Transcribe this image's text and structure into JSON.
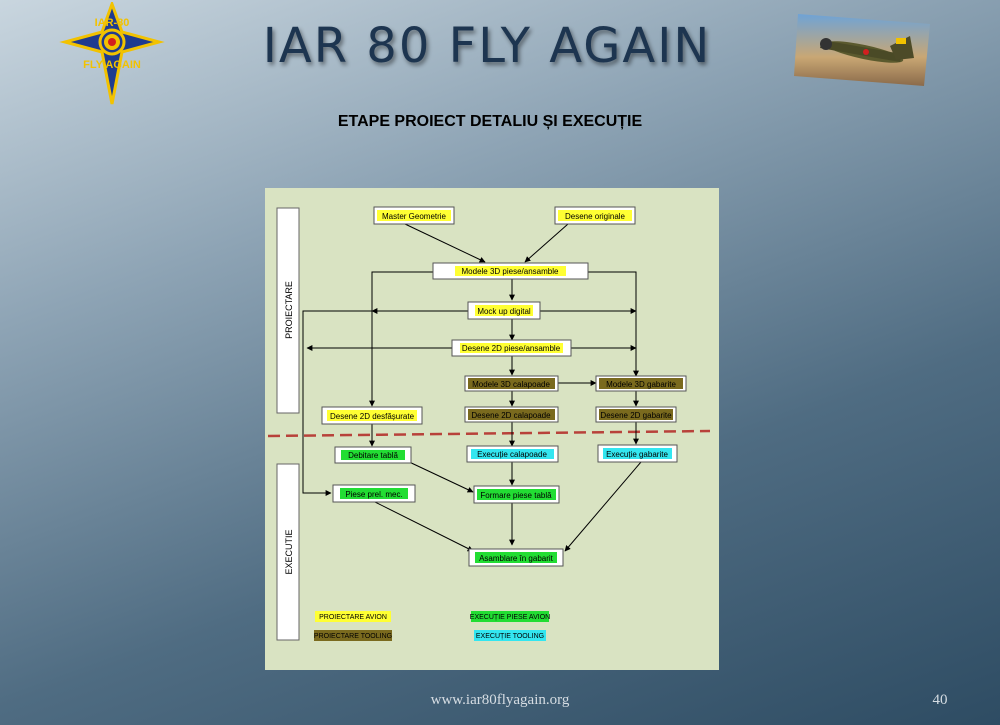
{
  "header": {
    "title": "IAR 80 FLY AGAIN",
    "subtitle": "ETAPE PROIECT DETALIU ȘI EXECUȚIE",
    "logo_text_top": "IAR-80",
    "logo_text_bottom": "FLY AGAIN"
  },
  "diagram": {
    "phase_top": "PROIECTARE",
    "phase_bottom": "EXECUTIE",
    "nodes": {
      "master_geometrie": "Master Geometrie",
      "desene_originale": "Desene originale",
      "modele_3d": "Modele 3D  piese/ansamble",
      "mock_up": "Mock up digital",
      "desene_2d": "Desene 2D piese/ansamble",
      "modele_3d_calapoade": "Modele 3D calapoade",
      "modele_3d_gabarite": "Modele 3D gabarite",
      "desene_2d_desfasurate": "Desene 2D desfășurate",
      "desene_2d_calapoade": "Desene 2D calapoade",
      "desene_2d_gabarite": "Desene 2D gabarite",
      "debitare_tabla": "Debitare tablă",
      "executie_calapoade": "Execuție calapoade",
      "executie_gabarite": "Execuție gabarite",
      "piese_prel_mec": "Piese prel. mec.",
      "formare_piese_tabla": "Formare piese tablă",
      "asamblare_gabarit": "Asamblare în gabarit"
    },
    "legend": {
      "proiectare_avion": "PROIECTARE AVION",
      "executie_piese_avion": "EXECUȚIE PIESE AVION",
      "proiectare_tooling": "PROIECTARE TOOLING",
      "executie_tooling": "EXECUȚIE TOOLING"
    },
    "colors": {
      "proiectare_avion": "#ffff33",
      "executie_piese_avion": "#22dd33",
      "proiectare_tooling": "#7a6a1e",
      "executie_tooling": "#33e6f0",
      "divider": "#b8413a",
      "background": "#d9e3c2"
    }
  },
  "footer": {
    "url": "www.iar80flyagain.org",
    "page": "40"
  }
}
